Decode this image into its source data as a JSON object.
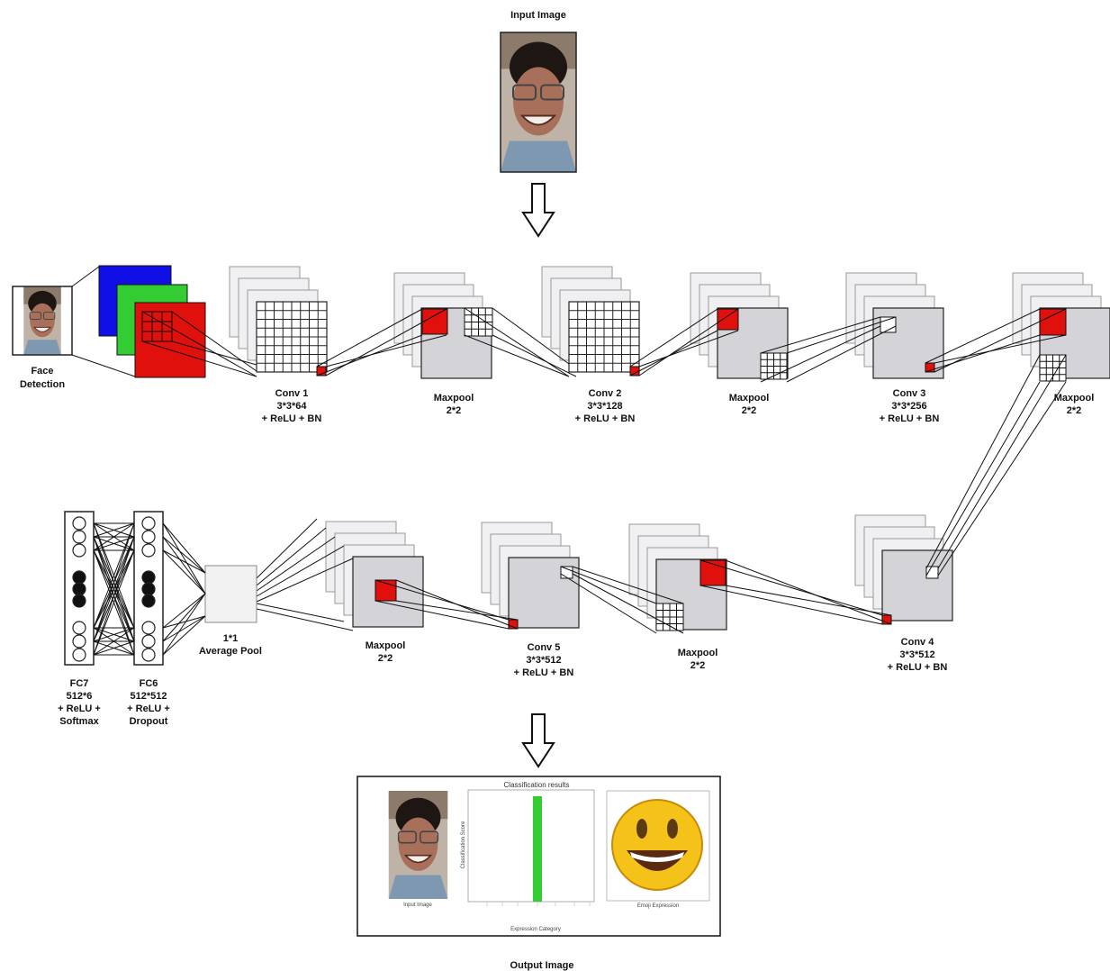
{
  "input_title": "Input Image",
  "output_title": "Output Image",
  "face_detection": [
    "Face",
    "Detection"
  ],
  "stages": {
    "conv1": [
      "Conv 1",
      "3*3*64",
      "+ ReLU + BN"
    ],
    "pool1": [
      "Maxpool",
      "2*2"
    ],
    "conv2": [
      "Conv 2",
      "3*3*128",
      "+ ReLU + BN"
    ],
    "pool2": [
      "Maxpool",
      "2*2"
    ],
    "conv3": [
      "Conv 3",
      "3*3*256",
      "+ ReLU + BN"
    ],
    "pool3": [
      "Maxpool",
      "2*2"
    ],
    "conv4": [
      "Conv 4",
      "3*3*512",
      "+ ReLU + BN"
    ],
    "pool4": [
      "Maxpool",
      "2*2"
    ],
    "conv5": [
      "Conv 5",
      "3*3*512",
      "+ ReLU + BN"
    ],
    "pool5": [
      "Maxpool",
      "2*2"
    ],
    "avgpool": [
      "1*1",
      "Average Pool"
    ],
    "fc6": [
      "FC6",
      "512*512",
      "+ ReLU +",
      "Dropout"
    ],
    "fc7": [
      "FC7",
      "512*6",
      "+ ReLU +",
      "Softmax"
    ]
  },
  "output_panel": {
    "chart_title": "Classification results",
    "chart_ylabel": "Classification Score",
    "chart_xlabel": "Expression Category",
    "input_caption": "Input Image",
    "emoji_caption": "Emoji Expression"
  },
  "colors": {
    "red": "#e0100c",
    "green": "#33cc33",
    "blue": "#1010e6",
    "gray": "#d4d4d8",
    "bar": "#33cc33"
  }
}
